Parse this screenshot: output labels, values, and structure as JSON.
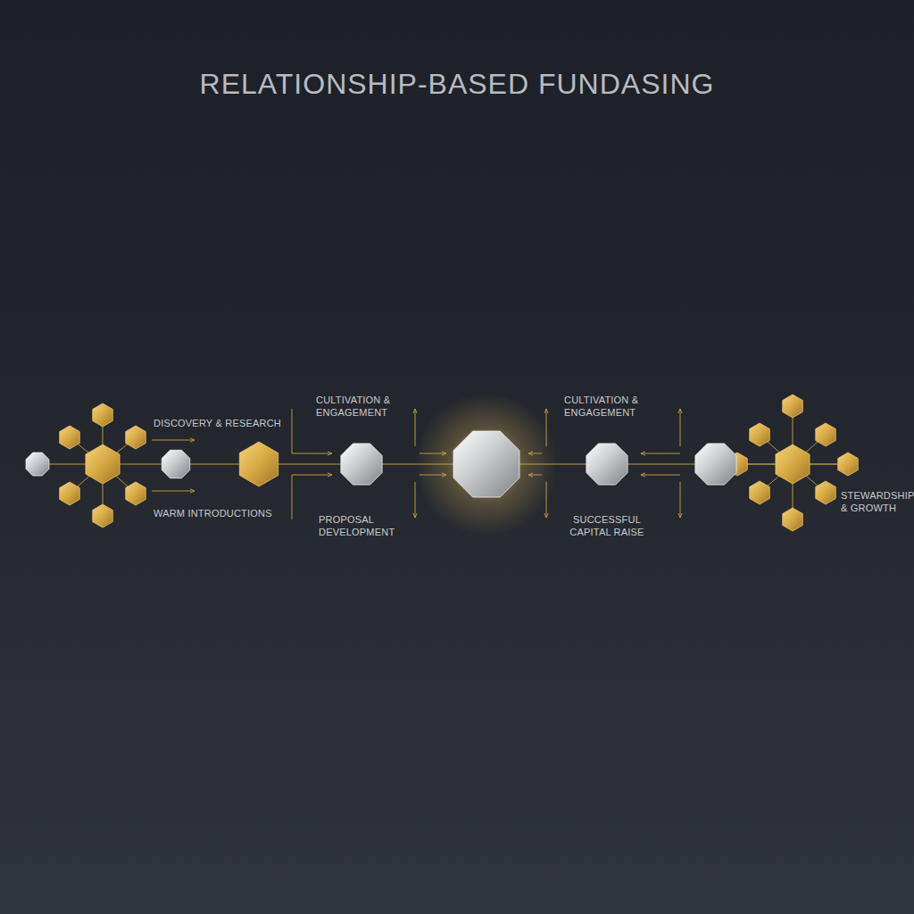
{
  "diagram": {
    "title": "RELATIONSHIP-BASED FUNDASING",
    "labels": [
      "DISCOVERY & RESEARCH",
      "WARM INTRODUCTIONS",
      "CULTIVATION & ENGAGEMENT",
      "PROPOSAL DEVELOPMENT",
      "CULTIVATION & ENGAGEMENT",
      "SUCCESSFUL CAPITAL RAISE",
      "STEWARDSHIP & GROWTH"
    ]
  }
}
